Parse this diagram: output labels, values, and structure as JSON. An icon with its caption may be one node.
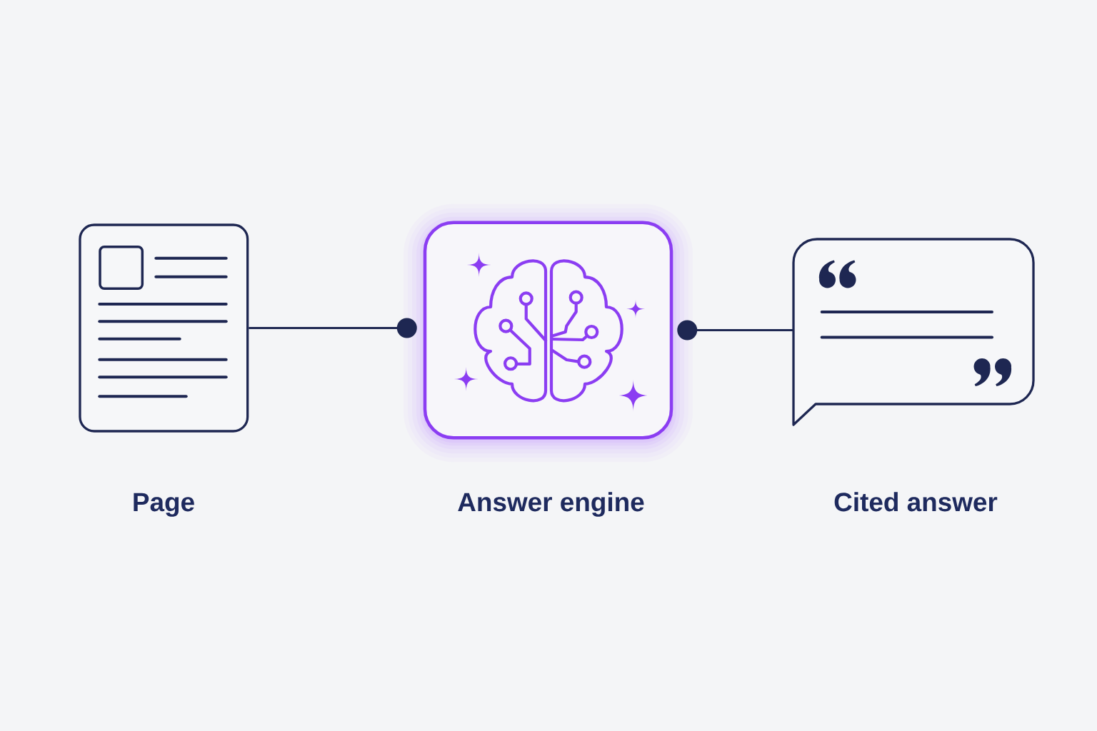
{
  "diagram": {
    "nodes": [
      {
        "text": [
          "Page"
        ]
      },
      {
        "text": [
          "Answer engine"
        ]
      },
      {
        "text": [
          "Cited answer"
        ]
      }
    ],
    "edges": [
      {
        "from": 0,
        "to": 1,
        "arrow": "other"
      },
      {
        "from": 1,
        "to": 2,
        "arrow": "other"
      }
    ]
  }
}
